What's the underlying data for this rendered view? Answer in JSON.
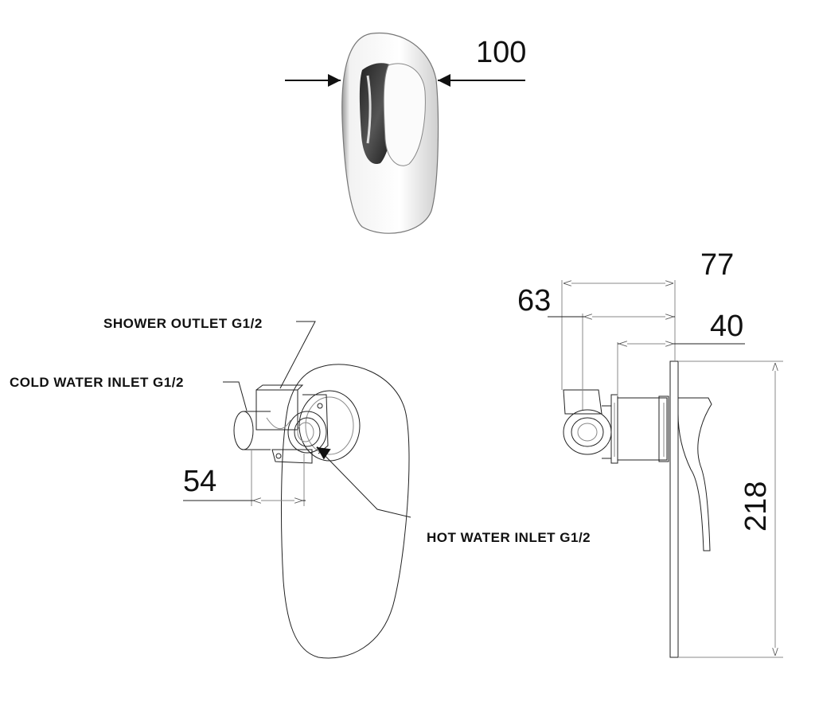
{
  "dimensions": {
    "width_front": "100",
    "depth_total": "77",
    "depth_body": "63",
    "depth_cover": "40",
    "height_plate": "218",
    "inlet_spacing": "54"
  },
  "labels": {
    "shower_outlet": "SHOWER OUTLET G1/2",
    "cold_inlet": "COLD WATER INLET G1/2",
    "hot_inlet": "HOT WATER INLET G1/2"
  },
  "colors": {
    "line": "#111111",
    "chrome_dark": "#333333",
    "chrome_light": "#f4f4f4"
  }
}
